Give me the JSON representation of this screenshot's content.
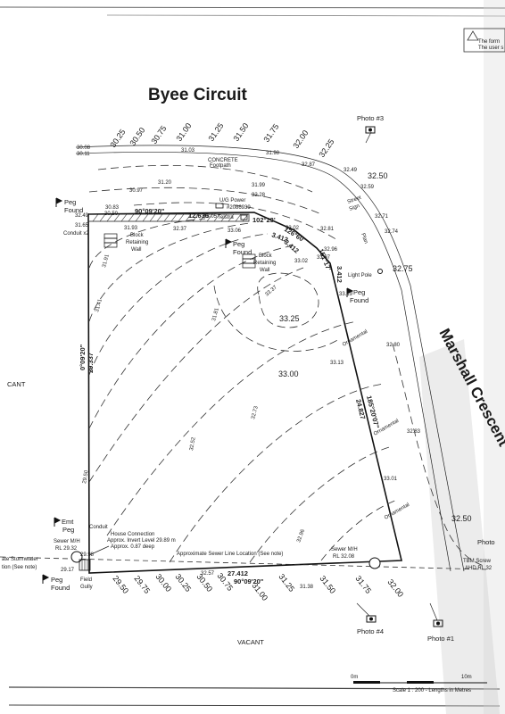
{
  "title": "Byee Circuit",
  "street_east": "Marshall Crescent",
  "corner_note": {
    "line1": "The form",
    "line2": "The user s"
  },
  "top_levels": [
    "30.25",
    "30.50",
    "30.75",
    "31.00",
    "31.25",
    "31.50",
    "31.75",
    "32.00",
    "32.25",
    "32.50",
    "32.75"
  ],
  "bottom_levels": [
    "29.50",
    "29.75",
    "30.00",
    "30.25",
    "30.50",
    "30.75",
    "31.00",
    "31.25",
    "31.50",
    "31.75",
    "32.00"
  ],
  "contours": {
    "c3325": "33.25",
    "c3300": "33.00",
    "c3250": "32.50"
  },
  "spot_heights": [
    "30.08",
    "30.11",
    "31.03",
    "31.98",
    "32.87",
    "32.49",
    "32.59",
    "31.20",
    "31.99",
    "30.97",
    "32.28",
    "30.83",
    "30.50",
    "32.49",
    "31.65",
    "31.93",
    "32.37",
    "33.05",
    "32.74",
    "32.71",
    "33.06",
    "33.02",
    "32.81",
    "32.96",
    "33.07",
    "33.19",
    "33.02",
    "31.91",
    "31.41",
    "33.37",
    "31.81",
    "32.80",
    "33.13",
    "32.83",
    "32.73",
    "32.52",
    "33.01",
    "29.50",
    "32.96",
    "29.98",
    "29.17",
    "32.57",
    "31.38"
  ],
  "bearings": {
    "top": "90°09'20\"",
    "top_len": "12.636",
    "north_angle": "102°23'",
    "north_len": "3.412",
    "ne_angle": "126°60'",
    "ne_len": "3.412",
    "ne2_angle": "151°17'",
    "ne2_len": "3.412",
    "west": "0°09'20\"",
    "west_len": "29.337",
    "east": "185°20'07\"",
    "east_len": "24.827",
    "bottom": "90°09'20\"",
    "bottom_len": "27.412"
  },
  "labels": {
    "photo3": "Photo #3",
    "photo4": "Photo #4",
    "photo1": "Photo #1",
    "photo_edge": "Photo",
    "peg": "Peg",
    "found": "Found",
    "emt": "Emt",
    "emt_peg": "Peg",
    "concrete": "CONCRETE",
    "footpath": "Footpath",
    "ug_power": "U/G Power",
    "ug_num": "#2086939",
    "telstra": "Telstra",
    "conduit_top": "Conduit x2",
    "block_retaining": "Block",
    "retaining": "Retaining",
    "wall": "Wall",
    "street_sign1": "Street",
    "street_sign2": "Sign",
    "plan_lbl": "Plan",
    "light_pole": "Light Pole",
    "ornamental": "Ornamental",
    "sewer_mh_left": "Sewer M/H",
    "sewer_rl_left": "RL 29.32",
    "sewer_mh_right": "Sewer M/H",
    "sewer_rl_right": "RL 32.08",
    "house_conn": "House Connection",
    "invert": "Approx. Invert Level 29.89 m",
    "depth": "Approx. 0.87 deep",
    "sewer_line": "Approximate Sewer Line Location (See note)",
    "stormwater1": "ate Stormwater",
    "stormwater2": "tion (See note)",
    "field_gully1": "Field",
    "field_gully2": "Gully",
    "conduit_low": "Conduit",
    "tbm1": "TBM Screw",
    "tbm2": "AHD RL 32",
    "vacant_bottom": "VACANT",
    "vacant_left": "CANT",
    "scale": "Scale 1 : 200 - Lengths in Metres",
    "scale_0": "0m",
    "scale_10": "10m"
  }
}
